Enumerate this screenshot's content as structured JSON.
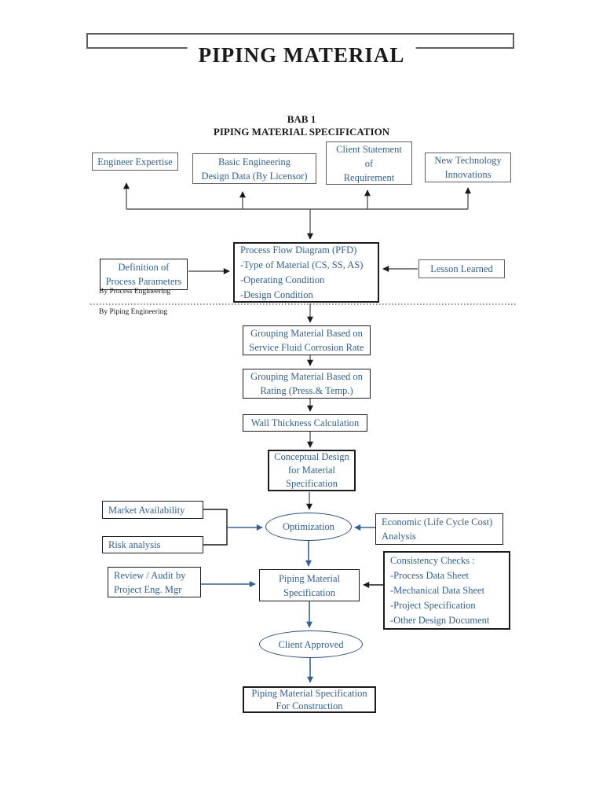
{
  "page": {
    "title": "PIPING MATERIAL",
    "heading_line1": "BAB 1",
    "heading_line2": "PIPING MATERIAL SPECIFICATION"
  },
  "lanes": {
    "process_engineering": "By Process Engineering",
    "piping_engineering": "By Piping Engineering"
  },
  "nodes": {
    "engineer_expertise": {
      "lines": [
        "Engineer Expertise"
      ]
    },
    "basic_engineering": {
      "lines": [
        "Basic Engineering",
        "Design Data (By Licensor)"
      ]
    },
    "client_statement": {
      "lines": [
        "Client Statement",
        "of",
        "Requirement"
      ]
    },
    "new_technology": {
      "lines": [
        "New Technology",
        "Innovations"
      ]
    },
    "pfd": {
      "lines": [
        "Process Flow Diagram (PFD)",
        "-Type of Material (CS, SS, AS)",
        "-Operating Condition",
        "-Design Condition"
      ]
    },
    "definition_process_parameters": {
      "lines": [
        "Definition of",
        "Process Parameters"
      ]
    },
    "lesson_learned": {
      "lines": [
        "Lesson Learned"
      ]
    },
    "grouping_corrosion": {
      "lines": [
        "Grouping Material Based on",
        "Service Fluid Corrosion Rate"
      ]
    },
    "grouping_rating": {
      "lines": [
        "Grouping Material Based on",
        "Rating (Press.& Temp.)"
      ]
    },
    "wall_thickness": {
      "lines": [
        "Wall Thickness Calculation"
      ]
    },
    "conceptual_design": {
      "lines": [
        "Conceptual Design",
        "for Material",
        "Specification"
      ]
    },
    "market_availability": {
      "lines": [
        "Market Availability"
      ]
    },
    "risk_analysis": {
      "lines": [
        "Risk analysis"
      ]
    },
    "optimization": {
      "lines": [
        "Optimization"
      ]
    },
    "economic_analysis": {
      "lines": [
        "Economic (Life Cycle Cost)",
        "Analysis"
      ]
    },
    "review_audit": {
      "lines": [
        "Review / Audit by",
        "Project Eng. Mgr"
      ]
    },
    "piping_material_spec": {
      "lines": [
        "Piping Material",
        "Specification"
      ]
    },
    "consistency_checks": {
      "lines": [
        "Consistency Checks :",
        "-Process Data Sheet",
        "-Mechanical Data Sheet",
        "-Project Specification",
        "-Other Design Document"
      ]
    },
    "client_approved": {
      "lines": [
        "Client Approved"
      ]
    },
    "pms_construction": {
      "lines": [
        "Piping Material Specification",
        "For Construction"
      ]
    }
  },
  "colors": {
    "background": "#ffffff",
    "box_text_blue": "#35608c",
    "ellipse_border": "#2b4e76",
    "arrow_blue": "#376092",
    "arrow_dark": "#1a1a1a",
    "arrow_gray": "#5a5a5a",
    "border_dark": "#1c1c1c",
    "border_gray": "#5f5f5f"
  }
}
